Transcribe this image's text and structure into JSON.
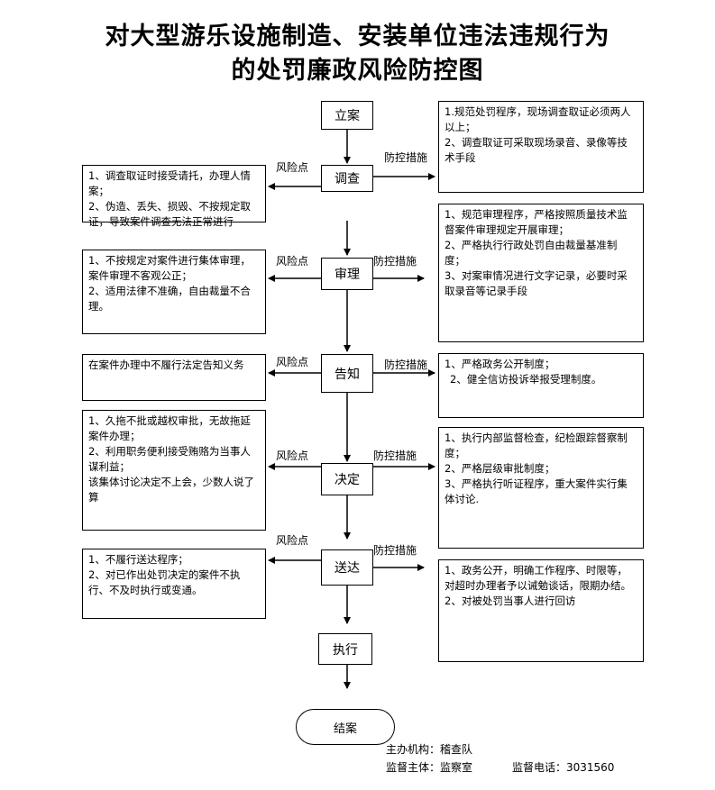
{
  "title": {
    "line1": "对大型游乐设施制造、安装单位违法违规行为",
    "line2": "的处罚廉政风险防控图"
  },
  "steps": [
    "立案",
    "调查",
    "审理",
    "告知",
    "决定",
    "送达",
    "执行",
    "结案"
  ],
  "labels": {
    "risk": "风险点",
    "measure": "防控措施"
  },
  "risk_points": {
    "investigate": [
      "1、调查取证时接受请托，办理人情案；",
      "2、伪造、丢失、损毁、不按规定取证，导致案件调查无法正常进行"
    ],
    "review": [
      "1、不按规定对案件进行集体审理，案件审理不客观公正；",
      "2、适用法律不准确，自由裁量不合理。"
    ],
    "notify": [
      "在案件办理中不履行法定告知义务"
    ],
    "decide": [
      "1、久拖不批或越权审批，无故拖延案件办理；",
      "2、利用职务便利接受贿赂为当事人谋利益；",
      "该集体讨论决定不上会，少数人说了算"
    ],
    "deliver": [
      "1、不履行送达程序；",
      "2、对已作出处罚决定的案件不执行、不及时执行或变通。"
    ]
  },
  "measures": {
    "file": [
      "1.规范处罚程序，现场调查取证必须两人以上；",
      "2、调查取证可采取现场录音、录像等技术手段"
    ],
    "review": [
      "1、规范审理程序，严格按照质量技术监督案件审理规定开展审理；",
      "2、严格执行行政处罚自由裁量基准制度；",
      "3、对案审情况进行文字记录，必要时采取录音等记录手段"
    ],
    "notify": [
      "1、严格政务公开制度；",
      "2、健全信访投诉举报受理制度。"
    ],
    "decide": [
      "1、执行内部监督检查，纪检跟踪督察制度；",
      "2、严格层级审批制度；",
      "3、严格执行听证程序，重大案件实行集体讨论."
    ],
    "deliver": [
      "1、政务公开，明确工作程序、时限等，对超时办理者予以诫勉谈话，限期办结。",
      "2、对被处罚当事人进行回访"
    ]
  },
  "footer": {
    "host": "主办机构：稽查队",
    "supervisor": "监督主体：监察室",
    "phone": "监督电话：3031560"
  }
}
